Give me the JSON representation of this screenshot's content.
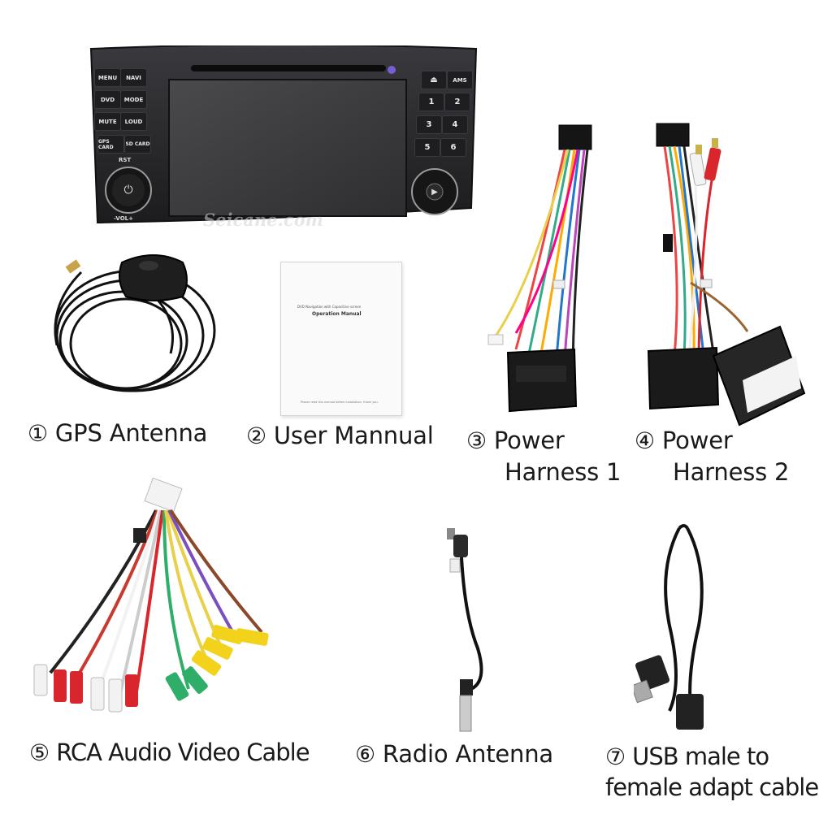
{
  "head_unit": {
    "left_buttons": [
      "MENU",
      "NAVI",
      "DVD",
      "MODE",
      "MUTE",
      "LOUD",
      "GPS CARD",
      "SD CARD"
    ],
    "rst_label": "RST",
    "vol_label": "-VOL+",
    "right_buttons": [
      "⏏",
      "AMS",
      "1",
      "2",
      "3",
      "4",
      "5",
      "6"
    ],
    "watermark": "Seicane.com"
  },
  "manual": {
    "line1": "DVD Navigation with Capacitive screen",
    "title": "Operation Manual",
    "footer": "Please read this manual before installation, thank you."
  },
  "items": [
    {
      "num": "①",
      "label": "GPS Antenna"
    },
    {
      "num": "②",
      "label": "User Mannual"
    },
    {
      "num": "③",
      "label": "Power",
      "label2": "Harness 1"
    },
    {
      "num": "④",
      "label": "Power",
      "label2": "Harness 2"
    },
    {
      "num": "⑤",
      "label": "RCA Audio Video Cable"
    },
    {
      "num": "⑥",
      "label": "Radio Antenna"
    },
    {
      "num": "⑦",
      "label": "USB male to",
      "label2": "female adapt cable"
    }
  ],
  "colors": {
    "unit_body": "#2b2b2e",
    "screen": "#3a3a3c",
    "rca_red": "#d8262c",
    "rca_yellow": "#f2d21b",
    "rca_green": "#2fae6a",
    "rca_white": "#eeeeee",
    "cable_black": "#111111"
  }
}
